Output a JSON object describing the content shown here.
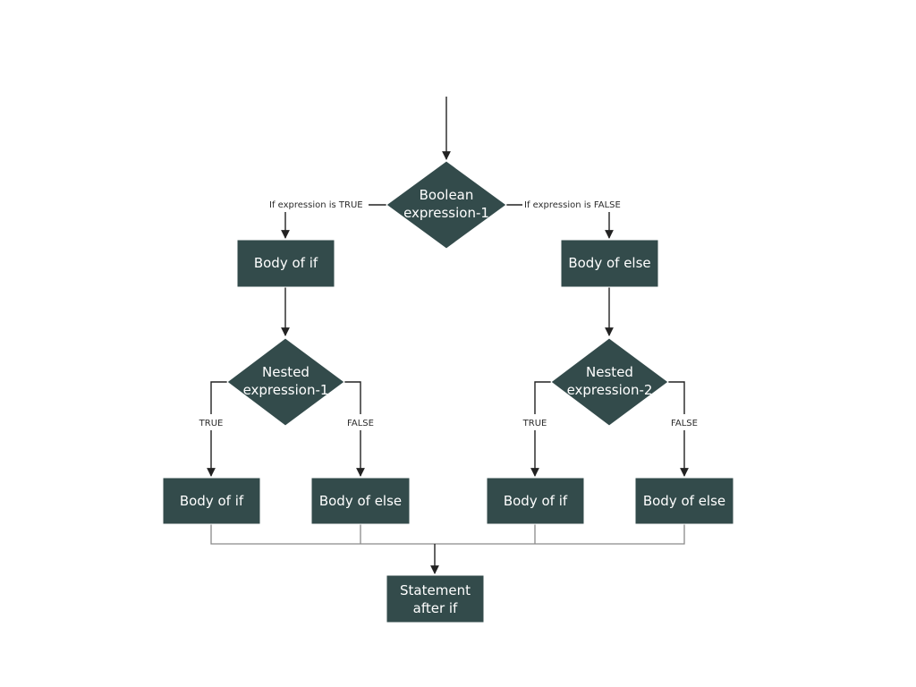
{
  "nodes": {
    "boolean_expression_1": [
      "Boolean",
      "expression-1"
    ],
    "body_of_if_top": [
      "Body of if"
    ],
    "body_of_else_top": [
      "Body of else"
    ],
    "nested_expression_1": [
      "Nested",
      "expression-1"
    ],
    "nested_expression_2": [
      "Nested",
      "expression-2"
    ],
    "body_of_if_1": [
      "Body of if"
    ],
    "body_of_else_1": [
      "Body of else"
    ],
    "body_of_if_2": [
      "Body of if"
    ],
    "body_of_else_2": [
      "Body of else"
    ],
    "statement_after_if": [
      "Statement",
      "after if"
    ]
  },
  "edge_labels": {
    "if_true": "If expression is TRUE",
    "if_false": "If expression  is FALSE",
    "nested1_true": "TRUE",
    "nested1_false": "FALSE",
    "nested2_true": "TRUE",
    "nested2_false": "FALSE"
  },
  "colors": {
    "node_fill": "#334b4b",
    "node_text": "#ffffff",
    "connector": "#222222",
    "merge_connector": "#8a8a8a"
  }
}
